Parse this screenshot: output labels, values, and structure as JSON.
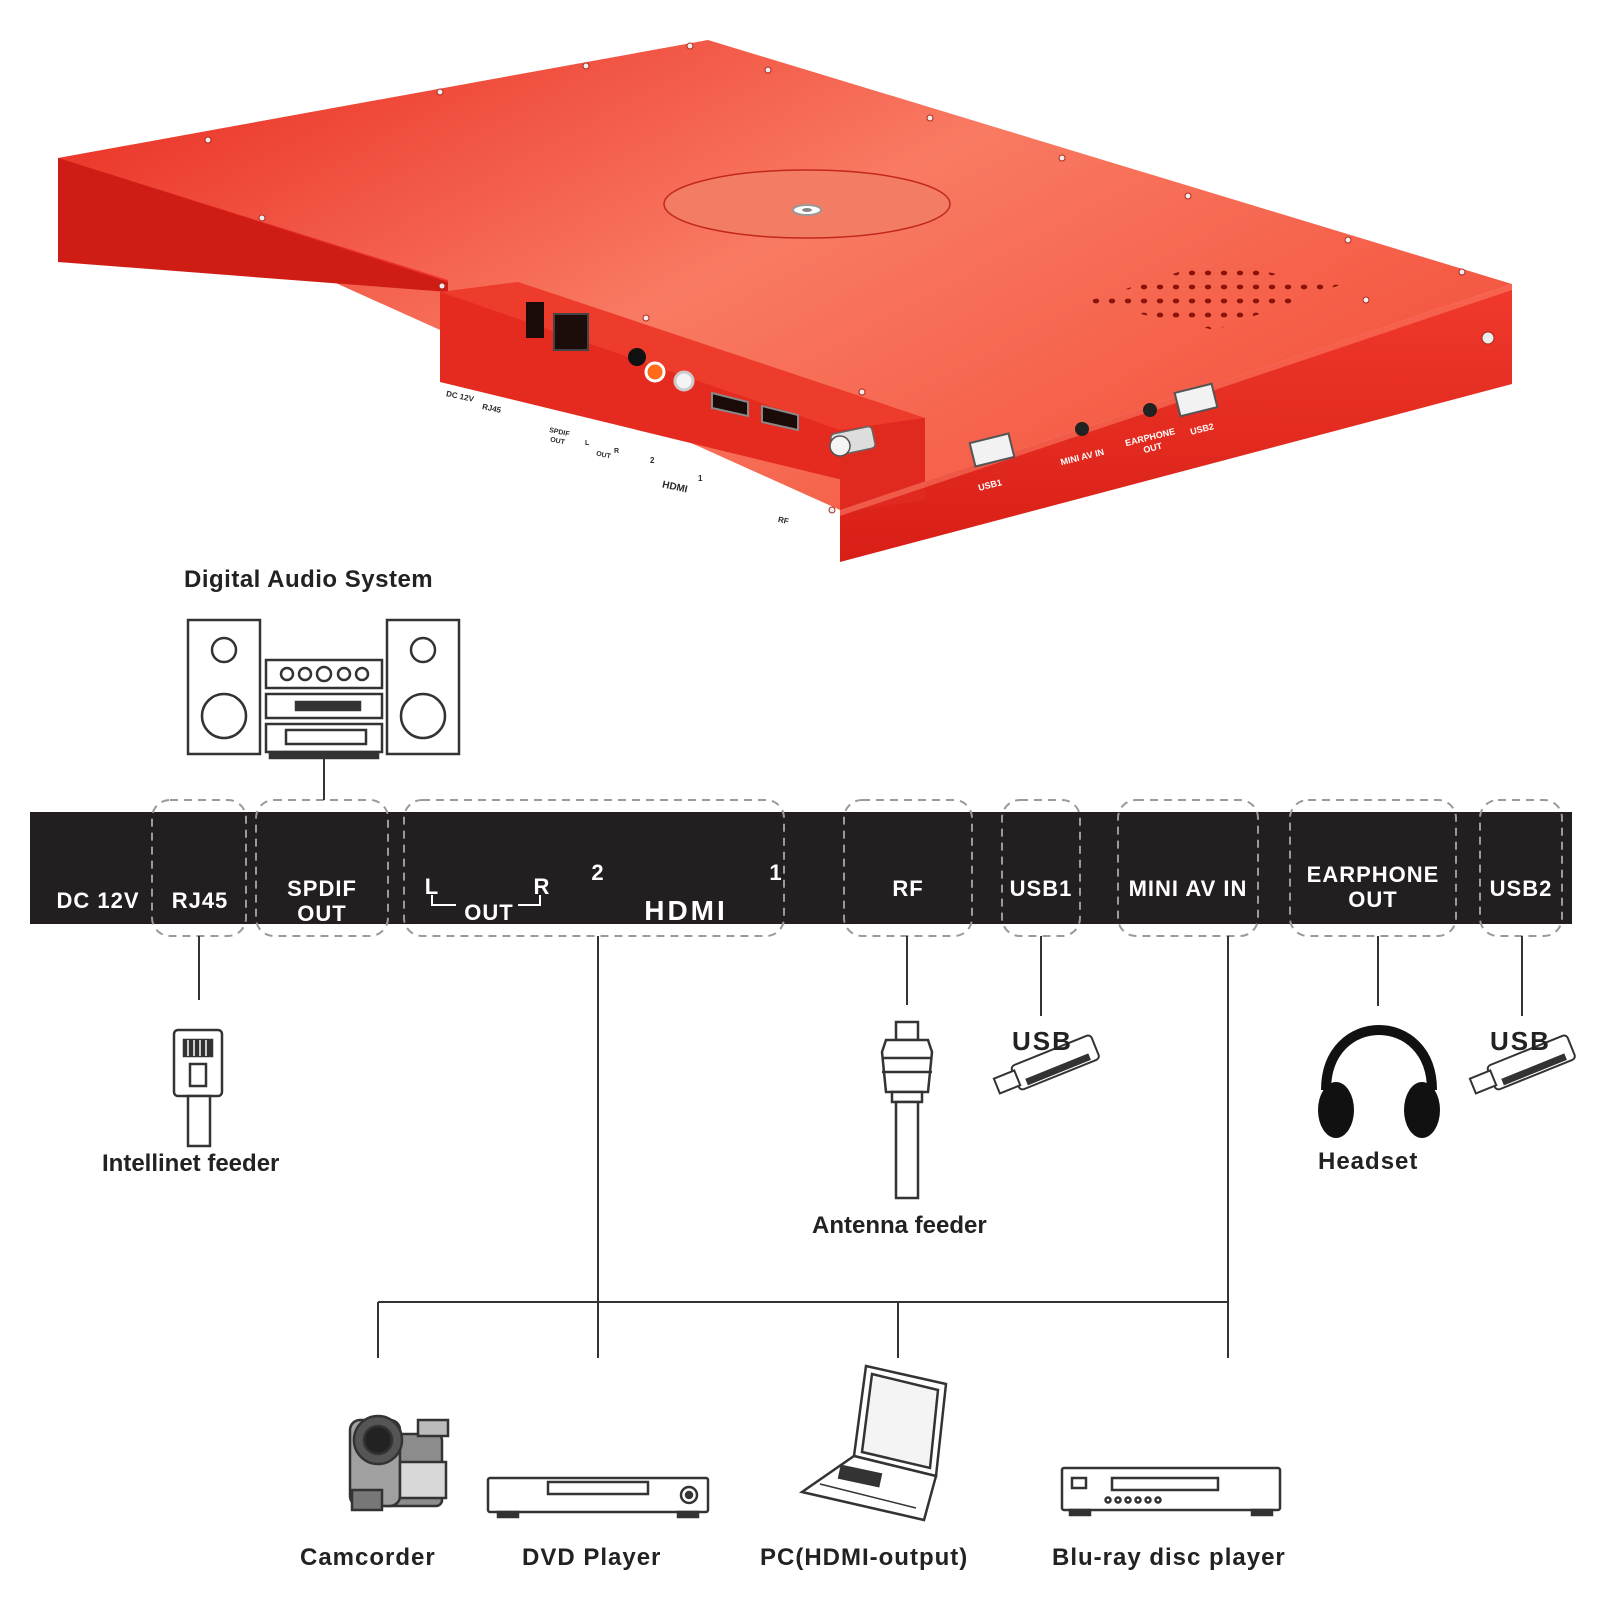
{
  "device_labels": {
    "dc12v": "DC 12V",
    "rj45": "RJ45",
    "spdif_line1": "SPDIF",
    "spdif_line2": "OUT",
    "lr_l": "L",
    "lr_r": "R",
    "lr_out": "OUT",
    "hdmi_2": "2",
    "hdmi_1": "1",
    "hdmi": "HDMI",
    "rf": "RF",
    "usb1": "USB1",
    "mini_av_in": "MINI AV IN",
    "earphone_line1": "EARPHONE",
    "earphone_line2": "OUT",
    "usb2": "USB2"
  },
  "panel": {
    "dc12v": "DC 12V",
    "rj45": "RJ45",
    "spdif_line1": "SPDIF",
    "spdif_line2": "OUT",
    "lr_l": "L",
    "lr_r": "R",
    "lr_out": "OUT",
    "hdmi_2": "2",
    "hdmi_1": "1",
    "hdmi_logo": "HDMI",
    "rf": "RF",
    "usb1": "USB1",
    "mini_av_in": "MINI AV IN",
    "earphone_line1": "EARPHONE",
    "earphone_line2": "OUT",
    "usb2": "USB2"
  },
  "peripherals": {
    "digital_audio_system": "Digital Audio System",
    "intellinet_feeder": "Intellinet feeder",
    "antenna_feeder": "Antenna feeder",
    "usb_stick_1": "USB",
    "usb_stick_2": "USB",
    "headset": "Headset",
    "camcorder": "Camcorder",
    "dvd_player": "DVD Player",
    "pc": "PC(HDMI-output)",
    "bluray": "Blu-ray disc player"
  },
  "colors": {
    "device_red": "#f03a2c",
    "panel_black": "#231f20",
    "line": "#333333"
  }
}
